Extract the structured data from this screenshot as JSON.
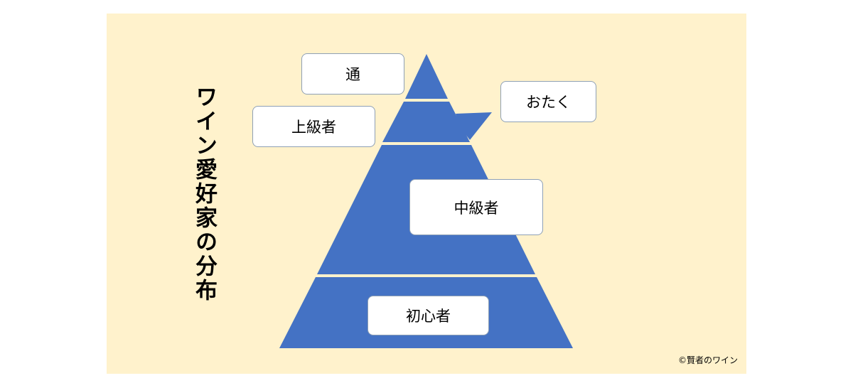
{
  "title": "ワイン愛好家の分布",
  "labels": {
    "tsu": "通",
    "joukyuu": "上級者",
    "otaku": "おたく",
    "chuukyuu": "中級者",
    "shoshin": "初心者"
  },
  "copyright": "©賢者のワイン",
  "colors": {
    "background": "#fff2cc",
    "pyramid": "#4472c4",
    "label_fill": "#ffffff"
  }
}
